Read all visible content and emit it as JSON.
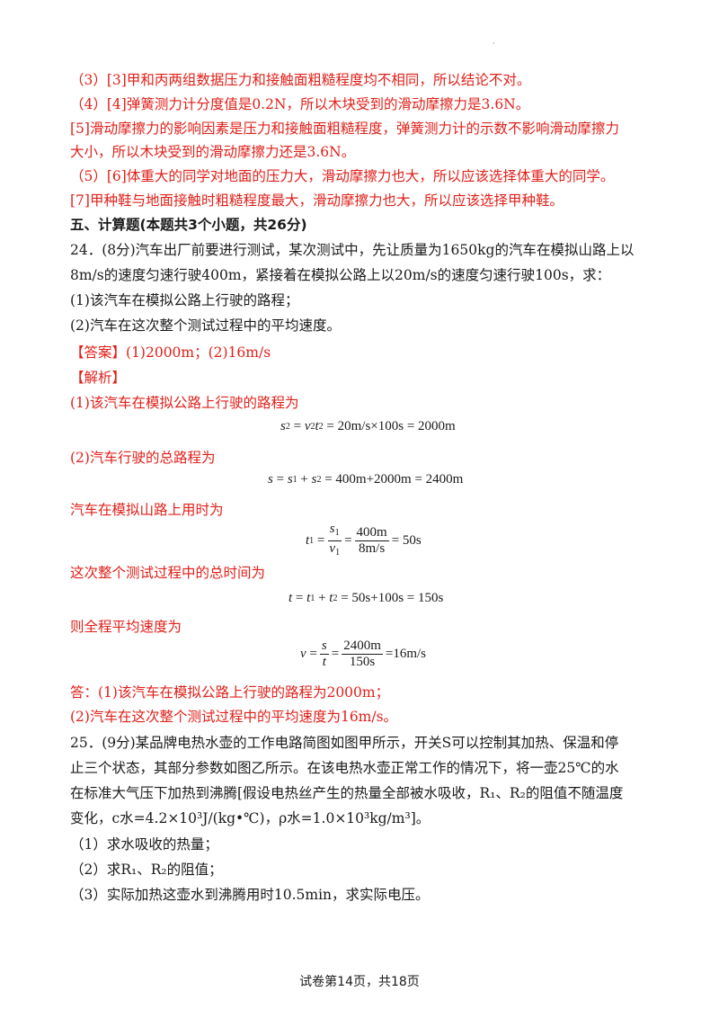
{
  "lines": {
    "l1": "（3）[3]甲和丙两组数据压力和接触面粗糙程度均不相同，所以结论不对。",
    "l2": "（4）[4]弹簧测力计分度值是0.2N，所以木块受到的滑动摩擦力是3.6N。",
    "l3": "[5]滑动摩擦力的影响因素是压力和接触面粗糙程度，弹簧测力计的示数不影响滑动摩擦力",
    "l4": "大小，所以木块受到的滑动摩擦力还是3.6N。",
    "l5": "（5）[6]体重大的同学对地面的压力大，滑动摩擦力也大，所以应该选择体重大的同学。",
    "l6": "[7]甲种鞋与地面接触时粗糙程度最大，滑动摩擦力也大，所以应该选择甲种鞋。",
    "section": "五、计算题(本题共3个小题，共26分)",
    "q24a": "24．(8分)汽车出厂前要进行测试，某次测试中，先让质量为1650kg的汽车在模拟山路上以",
    "q24b": "8m/s的速度匀速行驶400m，紧接着在模拟公路上以20m/s的速度匀速行驶100s，求：",
    "q24c": "(1)该汽车在模拟公路上行驶的路程；",
    "q24d": "(2)汽车在这次整个测试过程中的平均速度。",
    "ans_tag": "【答案】",
    "ans_text": "(1)2000m；(2)16m/s",
    "jx_tag": "【解析】",
    "s1": "(1)该汽车在模拟公路上行驶的路程为",
    "s2": "(2)汽车行驶的总路程为",
    "s3": "汽车在模拟山路上用时为",
    "s4": "这次整个测试过程中的总时间为",
    "s5": "则全程平均速度为",
    "conc1": "答：(1)该汽车在模拟公路上行驶的路程为2000m；",
    "conc2": "(2)汽车在这次整个测试过程中的平均速度为16m/s。",
    "q25a": "25．(9分)某品牌电热水壶的工作电路简图如图甲所示，开关S可以控制其加热、保温和停",
    "q25b": "止三个状态，其部分参数如图乙所示。在该电热水壶正常工作的情况下，将一壶25℃的水",
    "q25c": "在标准大气压下加热到沸腾[假设电热丝产生的热量全部被水吸收，R₁、R₂的阻值不随温度",
    "q25d": "变化，c水=4.2×10³J/(kg•℃)，ρ水=1.0×10³kg/m³]。",
    "q25e": "（1）求水吸收的热量；",
    "q25f": "（2）求R₁、R₂的阻值；",
    "q25g": "（3）实际加热这壶水到沸腾用时10.5min，求实际电压。"
  },
  "equations": {
    "e1": "= 20m/s×100s = 2000m",
    "e2": "= 400m+2000m = 2400m",
    "e3_num1": "400m",
    "e3_den1": "8m/s",
    "e3_tail": "= 50s",
    "e4": "= 50s+100s = 150s",
    "e5_num": "2400m",
    "e5_den": "150s",
    "e5_tail": "=16m/s"
  },
  "footer": "试卷第14页，共18页",
  "colors": {
    "answer": "#e0201a",
    "text": "#1a1a1a"
  }
}
